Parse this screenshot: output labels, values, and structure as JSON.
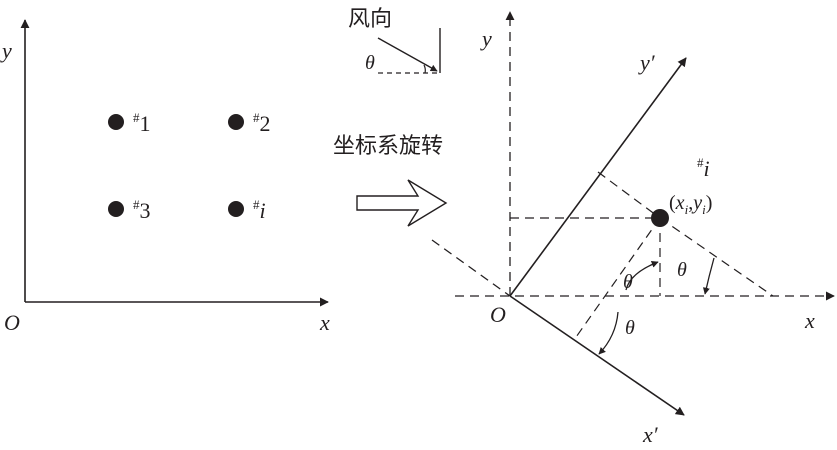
{
  "left_panel": {
    "axis_x_label": "x",
    "axis_y_label": "y",
    "origin_label": "O",
    "points": [
      {
        "prefix": "#",
        "name": "1"
      },
      {
        "prefix": "#",
        "name": "2"
      },
      {
        "prefix": "#",
        "name": "3"
      },
      {
        "prefix": "#",
        "name": "i"
      }
    ]
  },
  "transform_label": "坐标系旋转",
  "wind": {
    "label": "风向",
    "angle_label": "θ"
  },
  "right_panel": {
    "axis_x_label": "x",
    "axis_y_label": "y",
    "axis_x_prime_label": "x′",
    "axis_y_prime_label": "y′",
    "origin_label": "O",
    "point_prefix": "#",
    "point_name": "i",
    "coord_open": "(",
    "coord_x": "x",
    "coord_x_sub": "i",
    "coord_sep": ",",
    "coord_y": "y",
    "coord_y_sub": "i",
    "coord_close": ")",
    "angle_labels": [
      "θ",
      "θ",
      "θ"
    ]
  },
  "colors": {
    "ink": "#231f20",
    "background": "#ffffff"
  }
}
